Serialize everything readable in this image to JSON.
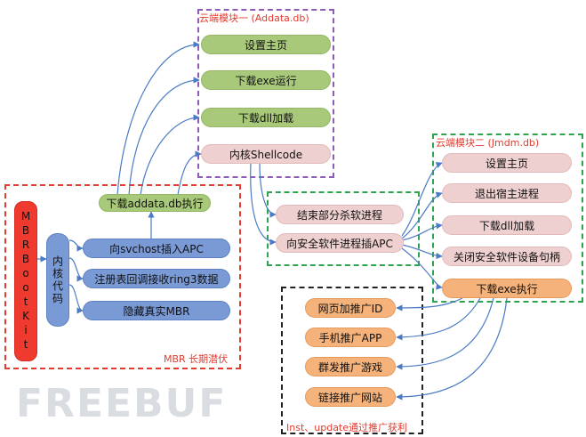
{
  "watermark": "FREEBUF",
  "frames": {
    "cloud1": "云端模块一 (Addata.db)",
    "cloud2": "云端模块二 (Jmdm.db)",
    "mbr": "MBR 长期潜伏",
    "inst": "Inst、update通过推广获利"
  },
  "mbr_bootkit": "MBRBootKit",
  "kernel_code": "内核代码",
  "kernel_items": [
    "向svchost插入APC",
    "注册表回调接收ring3数据",
    "隐藏真实MBR"
  ],
  "download_addata": "下载addata.db执行",
  "cloud1_items": [
    "设置主页",
    "下载exe运行",
    "下载dll加载",
    "内核Shellcode"
  ],
  "middle_items": [
    "结束部分杀软进程",
    "向安全软件进程插APC"
  ],
  "cloud2_items": [
    "设置主页",
    "退出宿主进程",
    "下载dll加载",
    "关闭安全软件设备句柄"
  ],
  "cloud2_exec": "下载exe执行",
  "promo_items": [
    "网页加推广ID",
    "手机推广APP",
    "群发推广游戏",
    "链接推广网站"
  ],
  "colors": {
    "green": "#a8c97a",
    "pink": "#efd0d0",
    "blue": "#7a9ad6",
    "orange": "#f5b27a",
    "red": "#ef3b2f",
    "arrow_blue": "#4a7bc4",
    "frame_purple": "#8e5bb8",
    "frame_green": "#2ea44f",
    "frame_red": "#e33b2f",
    "frame_black": "#222222"
  }
}
